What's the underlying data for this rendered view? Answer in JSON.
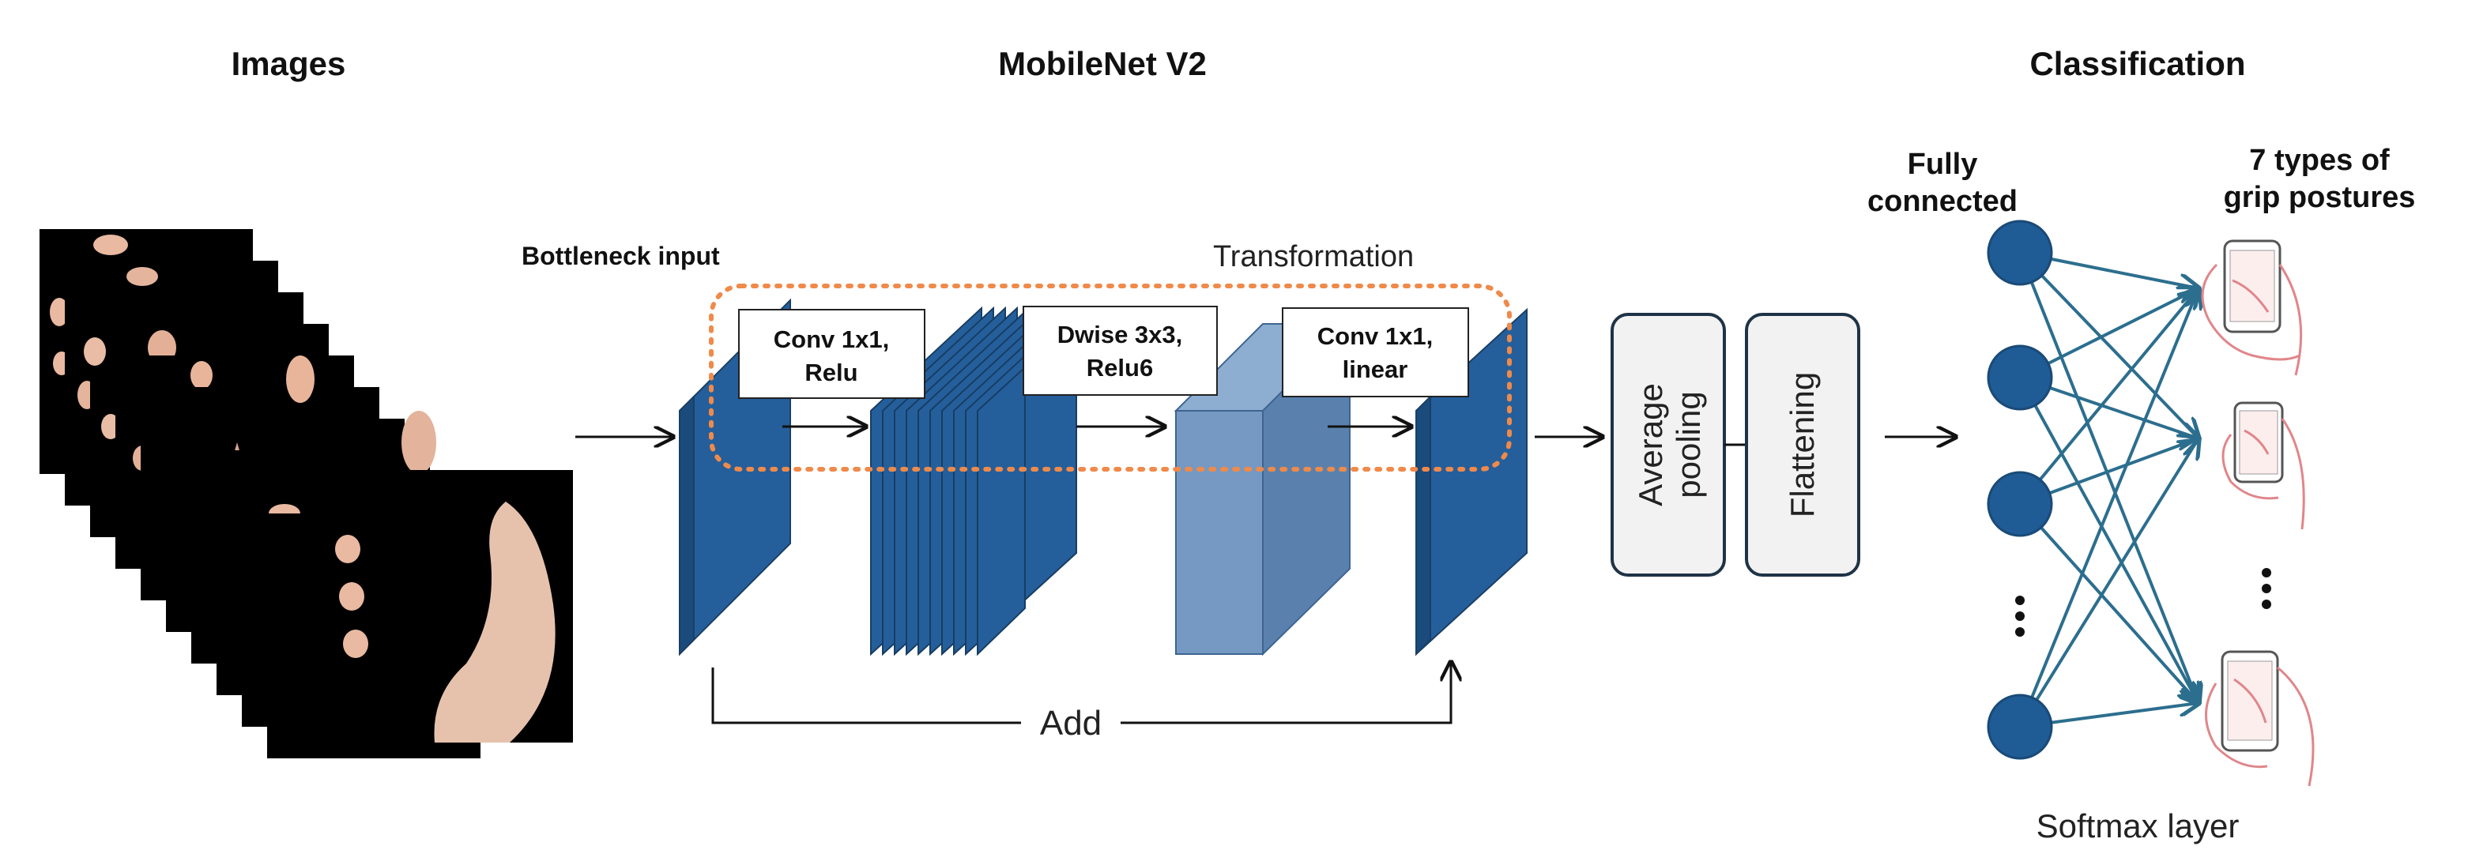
{
  "sections": {
    "images": "Images",
    "mobilenet": "MobileNet V2",
    "classification": "Classification"
  },
  "labels": {
    "bottleneck_input": "Bottleneck input",
    "transformation": "Transformation",
    "add": "Add",
    "fully_connected_line1": "Fully",
    "fully_connected_line2": "connected",
    "grip_line1": "7 types of",
    "grip_line2": "grip postures",
    "softmax": "Softmax layer"
  },
  "ops": {
    "conv1_line1": "Conv 1x1,",
    "conv1_line2": "Relu",
    "dwise_line1": "Dwise 3x3,",
    "dwise_line2": "Relu6",
    "conv2_line1": "Conv 1x1,",
    "conv2_line2": "linear"
  },
  "pool": {
    "avg_line1": "Average",
    "avg_line2": "pooling",
    "flatten": "Flattening"
  },
  "colors": {
    "block_dark": "#255f9b",
    "block_side": "#1b4a7c",
    "block_light": "#7599c2",
    "block_light_side": "#5a81ad",
    "dotted": "#ef8a4a",
    "node": "#1f5c96",
    "edge": "#2c6e8e",
    "pool_fill": "#f2f2f2",
    "pool_stroke": "#1f3347",
    "hand": "#e0868a"
  },
  "icons": [
    "hand-photo",
    "phone-grip-icon",
    "ellipsis-icon",
    "arrow-icon"
  ]
}
